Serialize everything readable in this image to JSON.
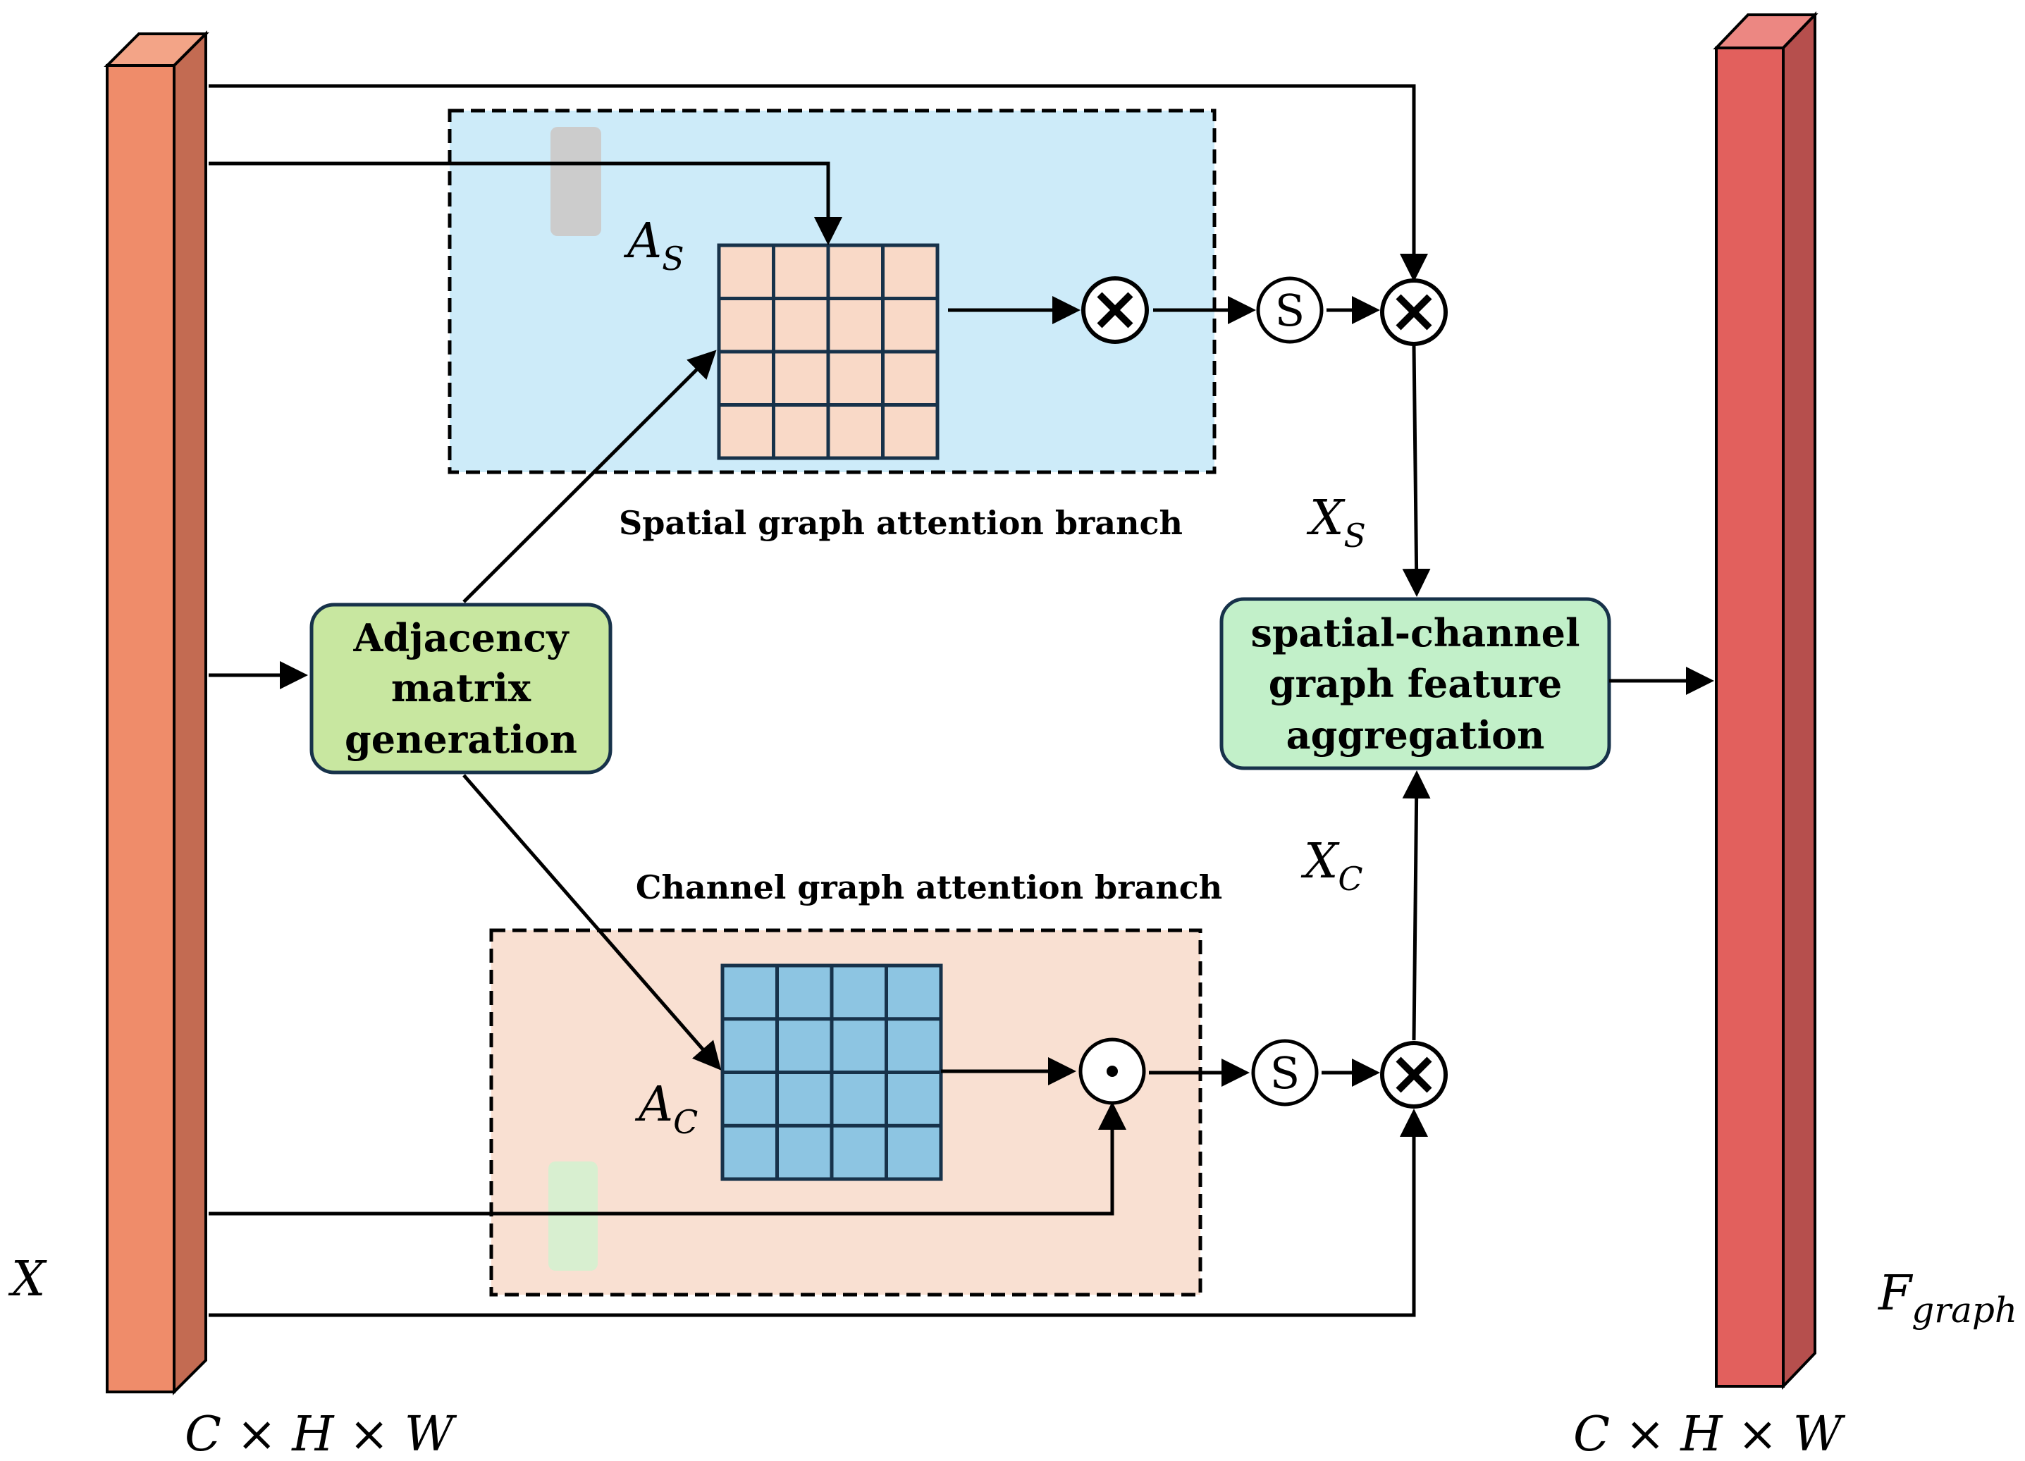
{
  "input_tensor": {
    "symbol": "X",
    "shape_label": "C × H × W"
  },
  "output_tensor": {
    "symbol_main": "F",
    "symbol_sub": "graph",
    "shape_label": "C × H × W"
  },
  "adjacency_box": {
    "lines": [
      "Adjacency",
      "matrix",
      "generation"
    ]
  },
  "aggregation_box": {
    "lines": [
      "spatial-channel",
      "graph feature",
      "aggregation"
    ]
  },
  "spatial_branch": {
    "label": "Spatial graph attention branch",
    "matrix_symbol_main": "A",
    "matrix_symbol_sub": "S",
    "output_symbol_main": "X",
    "output_symbol_sub": "S"
  },
  "channel_branch": {
    "label": "Channel graph attention branch",
    "matrix_symbol_main": "A",
    "matrix_symbol_sub": "C",
    "output_symbol_main": "X",
    "output_symbol_sub": "C"
  },
  "operators": {
    "sigmoid": "S"
  },
  "colors": {
    "input_front": "#ef8c6a",
    "input_side": "#c36b52",
    "input_top": "#f3a487",
    "output_front": "#e2605d",
    "output_side": "#b64f4d",
    "output_top": "#ec8782",
    "spatial_bg": "#cdebf9",
    "channel_bg": "#f9e0d2",
    "spatial_matrix": "#f9d9c7",
    "channel_matrix": "#8dc5e2",
    "adjacency_fill": "#c8e7a0",
    "aggregation_fill": "#c2f0c9",
    "box_border": "#17324a",
    "gray_block": "#cccccc",
    "green_block": "#d8efd0"
  }
}
